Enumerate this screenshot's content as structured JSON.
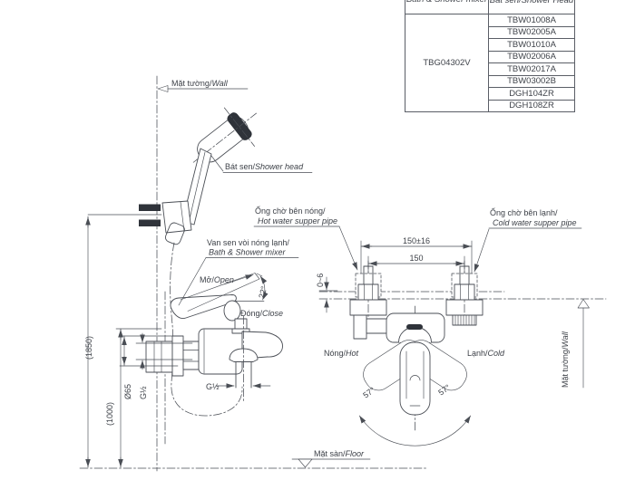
{
  "table": {
    "col1_header": "Bath & Shower mixer",
    "col2_header": "Bát sen/Shower Head",
    "model": "TBG04302V",
    "items": [
      "TBW01008A",
      "TBW02005A",
      "TBW01010A",
      "TBW02006A",
      "TBW02017A",
      "TBW03002B",
      "DGH104ZR",
      "DGH108ZR"
    ]
  },
  "labels": {
    "wall_left": {
      "vi": "Mặt tường/",
      "en": "Wall"
    },
    "shower_head": {
      "vi": "Bát sen/",
      "en": "Shower head"
    },
    "mixer": {
      "vi": "Van sen vòi nóng lạnh/",
      "en": "Bath & Shower mixer"
    },
    "open": {
      "vi": "Mở/",
      "en": "Open"
    },
    "close": {
      "vi": "Đóng/",
      "en": "Close"
    },
    "hot_pipe": {
      "vi": "Ống chờ bên nóng/",
      "en": "Hot water supper pipe"
    },
    "cold_pipe": {
      "vi": "Ống chờ bên lạnh/",
      "en": "Cold water supper pipe"
    },
    "hot": {
      "vi": "Nóng/",
      "en": "Hot"
    },
    "cold": {
      "vi": "Lạnh/",
      "en": "Cold"
    },
    "wall_right": {
      "vi": "Mặt tường/",
      "en": "Wall"
    },
    "floor": {
      "vi": "Mặt sàn/",
      "en": "Floor"
    },
    "angle_open": "22°",
    "angle_left": "57°",
    "angle_right": "57°",
    "dim_150_16": "150±16",
    "dim_150": "150",
    "dim_0_6": "0~6",
    "dim_1850": "(1850)",
    "dim_1000": "(1000)",
    "dia_65": "Ø65",
    "g_half_wall": "G½",
    "g_half_outlet": "G½"
  },
  "colors": {
    "line": "#4a4e55",
    "dark": "#2f333a",
    "text": "#3d4148"
  }
}
